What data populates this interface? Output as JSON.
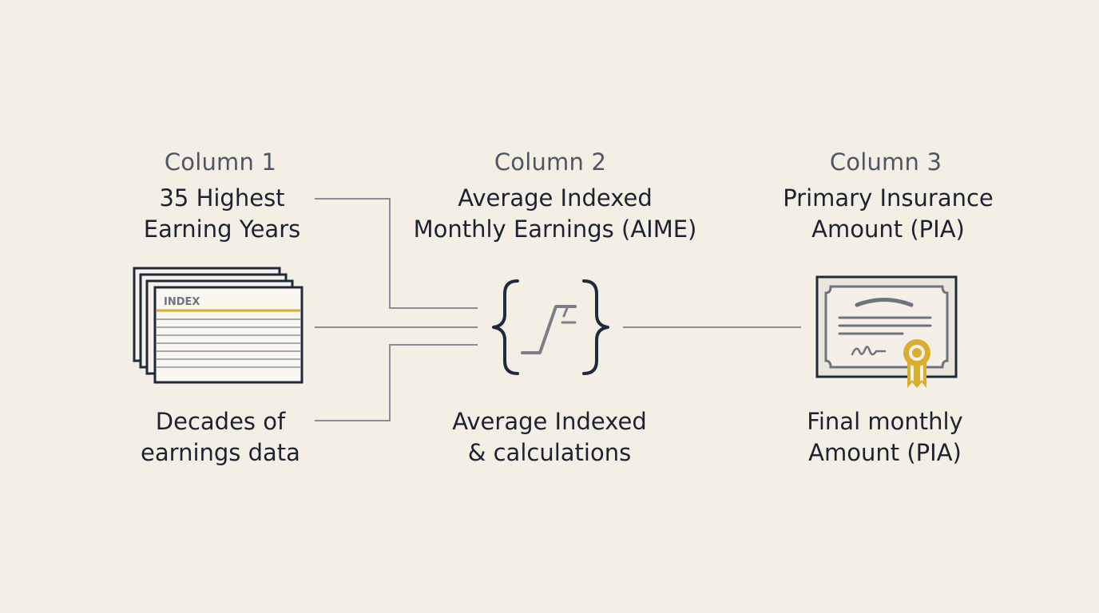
{
  "columns": [
    {
      "heading": "Column 1",
      "title_lines": [
        "35 Highest",
        "Earning Years"
      ],
      "caption_lines": [
        "Decades of",
        "earnings data"
      ],
      "icon": "stacked-index-cards-icon",
      "icon_label": "INDEX"
    },
    {
      "heading": "Column 2",
      "title_lines": [
        "Average Indexed",
        "Monthly Earnings (AIME)"
      ],
      "caption_lines": [
        "Average Indexed",
        "& calculations"
      ],
      "icon": "formula-braces-icon"
    },
    {
      "heading": "Column 3",
      "title_lines": [
        "Primary Insurance",
        "Amount (PIA)"
      ],
      "caption_lines": [
        "Final monthly",
        "Amount (PIA)"
      ],
      "icon": "certificate-award-icon"
    }
  ],
  "colors": {
    "background": "#f4efe5",
    "ink": "#1c2230",
    "heading": "#4f5663",
    "connector": "#8a8f97",
    "accent_gold": "#d8ae2c",
    "gray_icon": "#6e747e"
  }
}
